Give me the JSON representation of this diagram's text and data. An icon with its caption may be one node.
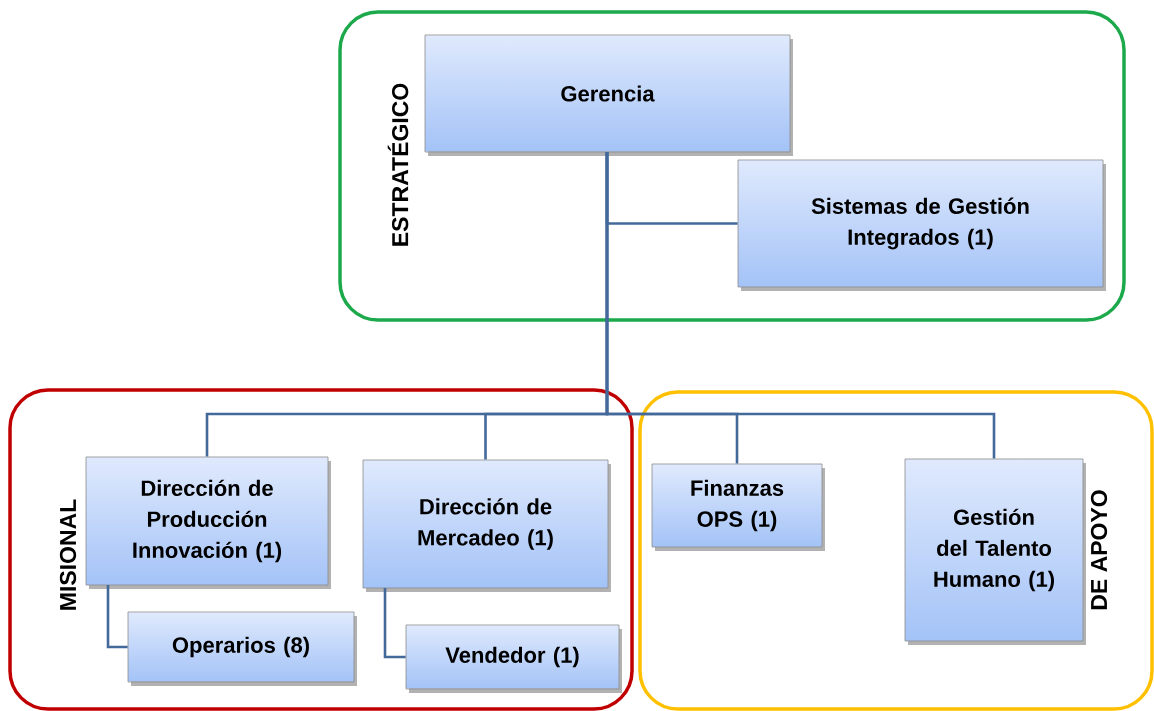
{
  "diagram": {
    "nodes": [
      {
        "text": [
          "ESTRATÉGICO"
        ]
      },
      {
        "text": [
          "Gerencia"
        ],
        "in": 0
      },
      {
        "text": [
          "Sistemas de Gestión Integrados (1)"
        ],
        "in": 0
      },
      {
        "text": [
          "MISIONAL"
        ]
      },
      {
        "text": [
          "Dirección de Producción Innovación (1)"
        ],
        "in": 3
      },
      {
        "text": [
          "Operarios (8)"
        ],
        "in": 3
      },
      {
        "text": [
          "Dirección de Mercadeo (1)"
        ],
        "in": 3
      },
      {
        "text": [
          "Vendedor (1)"
        ],
        "in": 3
      },
      {
        "text": [
          "DE APOYO"
        ]
      },
      {
        "text": [
          "Finanzas OPS (1)"
        ],
        "in": 8
      },
      {
        "text": [
          "Gestión del Talento Humano (1)"
        ],
        "in": 8
      }
    ],
    "edges": [
      {
        "from": 1,
        "to": 2,
        "arrow": "none"
      },
      {
        "from": 1,
        "to": 4,
        "arrow": "none"
      },
      {
        "from": 1,
        "to": 6,
        "arrow": "none"
      },
      {
        "from": 1,
        "to": 9,
        "arrow": "none"
      },
      {
        "from": 1,
        "to": 10,
        "arrow": "none"
      },
      {
        "from": 4,
        "to": 5,
        "arrow": "none"
      },
      {
        "from": 6,
        "to": 7,
        "arrow": "none"
      }
    ]
  }
}
